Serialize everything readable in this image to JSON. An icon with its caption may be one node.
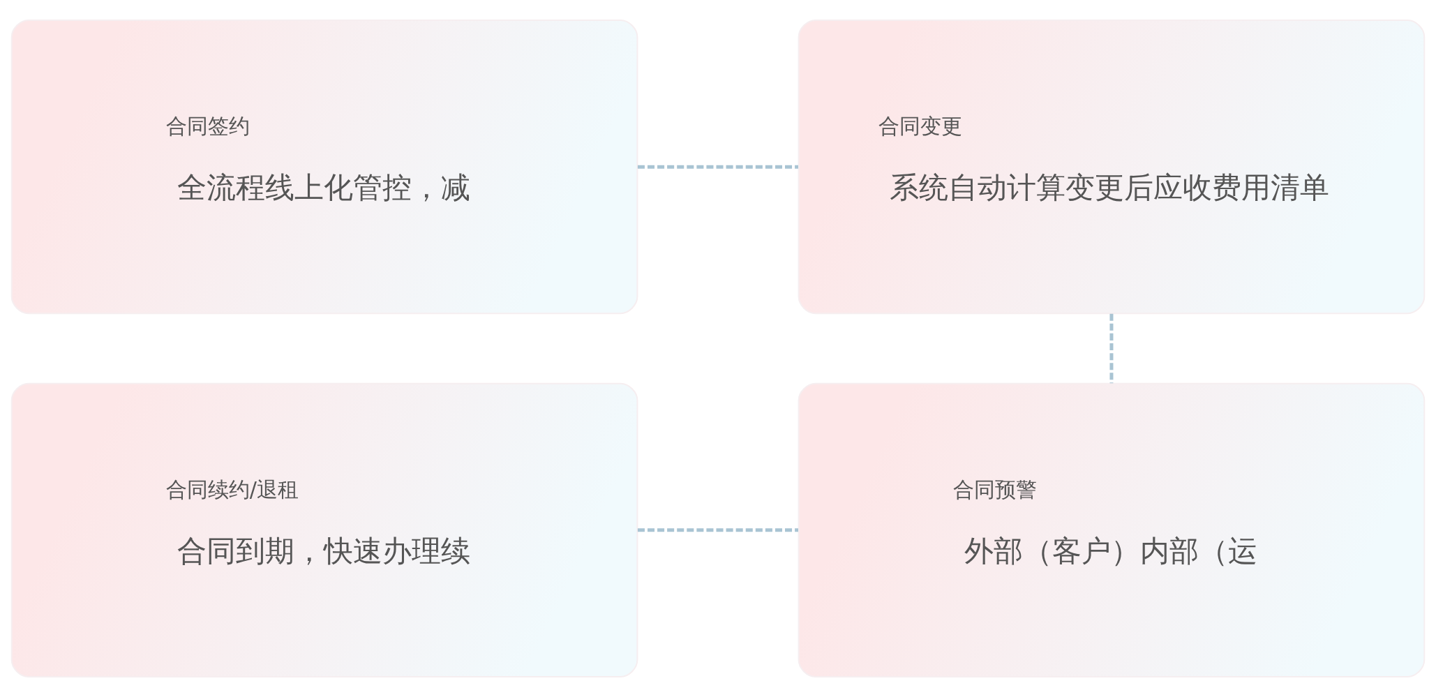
{
  "diagram": {
    "nodes": [
      {
        "text": [
          "合同签约",
          "全流程线上化管控，减"
        ]
      },
      {
        "text": [
          "合同变更",
          "系统自动计算变更后应收费用清单"
        ]
      },
      {
        "text": [
          "合同续约/退租",
          "合同到期，快速办理续"
        ]
      },
      {
        "text": [
          "合同预警",
          "外部（客户）内部（运"
        ]
      }
    ],
    "edges": [
      {
        "from": 0,
        "to": 1,
        "arrow": "none",
        "style": "dashed"
      },
      {
        "from": 1,
        "to": 3,
        "arrow": "none",
        "style": "dashed"
      },
      {
        "from": 2,
        "to": 3,
        "arrow": "none",
        "style": "dashed"
      }
    ]
  }
}
